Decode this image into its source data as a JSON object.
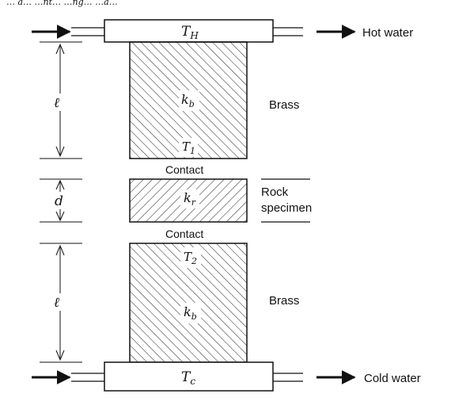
{
  "caption_fragment": "… a…  …nt… …ng…  …a…",
  "heater": {
    "symbol": "T",
    "subscript": "H"
  },
  "cooler": {
    "symbol": "T",
    "subscript": "c"
  },
  "upper_block": {
    "conductivity_symbol": "k",
    "conductivity_subscript": "b",
    "temp_symbol": "T",
    "temp_subscript": "1",
    "material": "Brass"
  },
  "specimen": {
    "conductivity_symbol": "k",
    "conductivity_subscript": "r",
    "label_line1": "Rock",
    "label_line2": "specimen"
  },
  "lower_block": {
    "conductivity_symbol": "k",
    "conductivity_subscript": "b",
    "temp_symbol": "T",
    "temp_subscript": "2",
    "material": "Brass"
  },
  "contact_top": "Contact",
  "contact_bottom": "Contact",
  "hot_outlet": "Hot water",
  "cold_outlet": "Cold water",
  "dimensions": {
    "upper_length": "ℓ",
    "specimen_thickness": "d",
    "lower_length": "ℓ"
  },
  "colors": {
    "ink": "#111111",
    "background": "#ffffff"
  }
}
